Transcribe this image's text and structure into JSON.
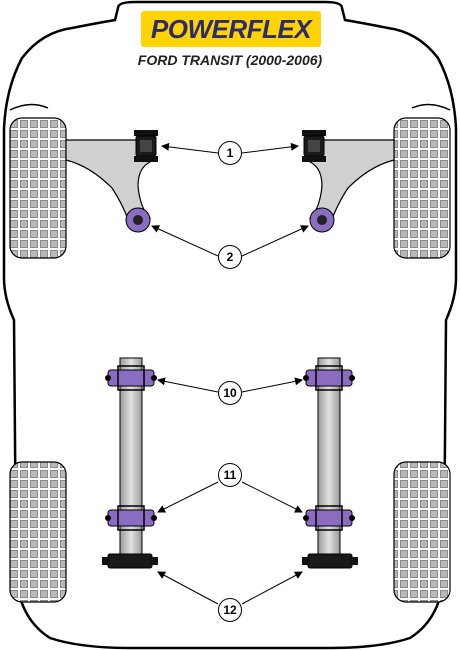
{
  "brand": {
    "name": "POWERFLEX",
    "color": "#ffd400",
    "text_color": "#2d2a6e"
  },
  "title": "FORD TRANSIT (2000-2006)",
  "callouts": [
    {
      "number": "1",
      "part": "front-wishbone-front-bush"
    },
    {
      "number": "2",
      "part": "front-wishbone-rear-bush"
    },
    {
      "number": "10",
      "part": "rear-arm-upper-bush"
    },
    {
      "number": "11",
      "part": "rear-arm-middle-bush"
    },
    {
      "number": "12",
      "part": "rear-arm-lower-bush"
    }
  ],
  "colors": {
    "bush_purple": "#8a6dc0",
    "bush_dark": "#111111",
    "arm_grey": "#c8c8c8",
    "tyre": "#b5b5b5",
    "outline": "#000000"
  }
}
